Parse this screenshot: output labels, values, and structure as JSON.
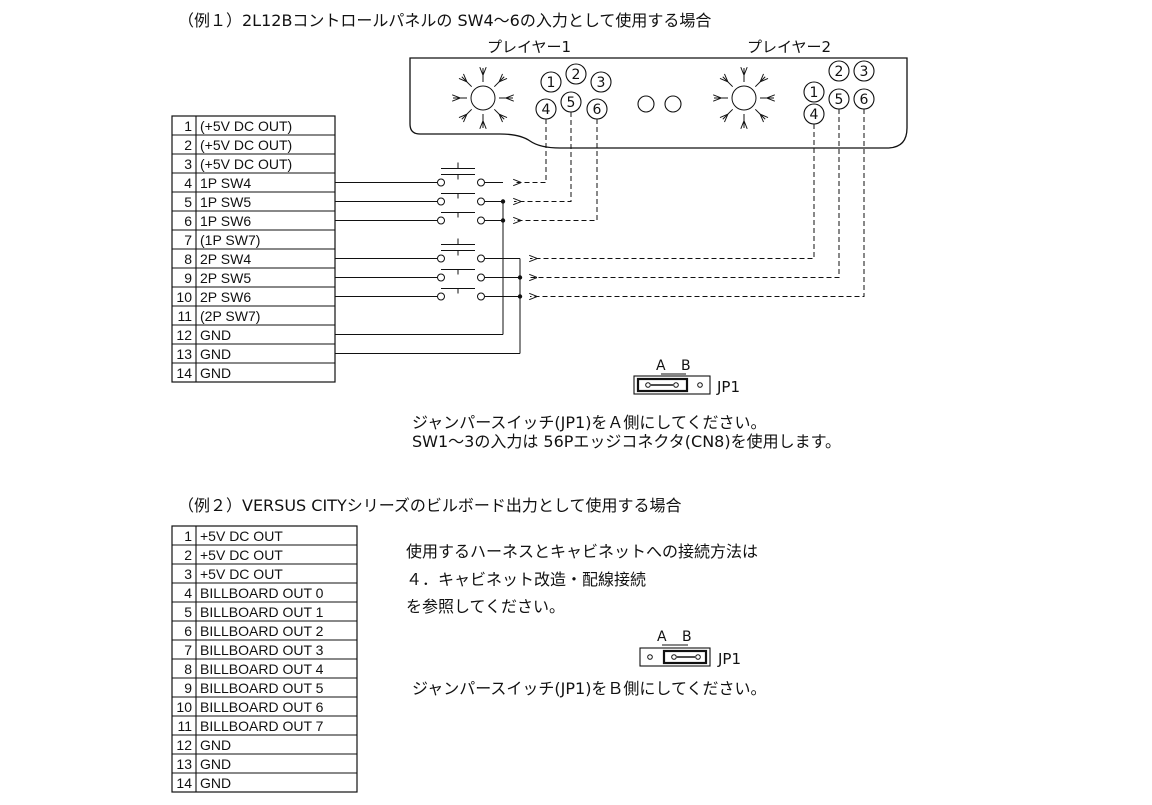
{
  "example1": {
    "title": "（例１）2L12Bコントロールパネルの SW4～6の入力として使用する場合",
    "player1_label": "プレイヤー1",
    "player2_label": "プレイヤー2",
    "buttons": [
      "1",
      "2",
      "3",
      "4",
      "5",
      "6"
    ],
    "connector_rows": [
      {
        "num": "1",
        "label": "(+5V DC OUT)"
      },
      {
        "num": "2",
        "label": "(+5V DC OUT)"
      },
      {
        "num": "3",
        "label": "(+5V DC OUT)"
      },
      {
        "num": "4",
        "label": "1P SW4"
      },
      {
        "num": "5",
        "label": "1P SW5"
      },
      {
        "num": "6",
        "label": "1P SW6"
      },
      {
        "num": "7",
        "label": "(1P SW7)"
      },
      {
        "num": "8",
        "label": "2P SW4"
      },
      {
        "num": "9",
        "label": "2P SW5"
      },
      {
        "num": "10",
        "label": "2P SW6"
      },
      {
        "num": "11",
        "label": "(2P SW7)"
      },
      {
        "num": "12",
        "label": "GND"
      },
      {
        "num": "13",
        "label": "GND"
      },
      {
        "num": "14",
        "label": "GND"
      }
    ],
    "jumper": {
      "a": "A",
      "b": "B",
      "label": "JP1"
    },
    "note_line1": "ジャンパースイッチ(JP1)をＡ側にしてください。",
    "note_line2": "SW1～3の入力は 56Pエッジコネクタ(CN8)を使用します。"
  },
  "example2": {
    "title": "（例２）VERSUS CITYシリーズのビルボード出力として使用する場合",
    "connector_rows": [
      {
        "num": "1",
        "label": "+5V DC OUT"
      },
      {
        "num": "2",
        "label": "+5V DC OUT"
      },
      {
        "num": "3",
        "label": "+5V DC OUT"
      },
      {
        "num": "4",
        "label": "BILLBOARD OUT 0"
      },
      {
        "num": "5",
        "label": "BILLBOARD OUT 1"
      },
      {
        "num": "6",
        "label": "BILLBOARD OUT 2"
      },
      {
        "num": "7",
        "label": "BILLBOARD OUT 3"
      },
      {
        "num": "8",
        "label": "BILLBOARD OUT 4"
      },
      {
        "num": "9",
        "label": "BILLBOARD OUT 5"
      },
      {
        "num": "10",
        "label": "BILLBOARD OUT 6"
      },
      {
        "num": "11",
        "label": "BILLBOARD OUT 7"
      },
      {
        "num": "12",
        "label": "GND"
      },
      {
        "num": "13",
        "label": "GND"
      },
      {
        "num": "14",
        "label": "GND"
      }
    ],
    "text_line1": "使用するハーネスとキャビネットへの接続方法は",
    "text_line2": "４．キャビネット改造・配線接続",
    "text_line3": "を参照してください。",
    "jumper": {
      "a": "A",
      "b": "B",
      "label": "JP1"
    },
    "note_line1": "ジャンパースイッチ(JP1)をＢ側にしてください。"
  }
}
